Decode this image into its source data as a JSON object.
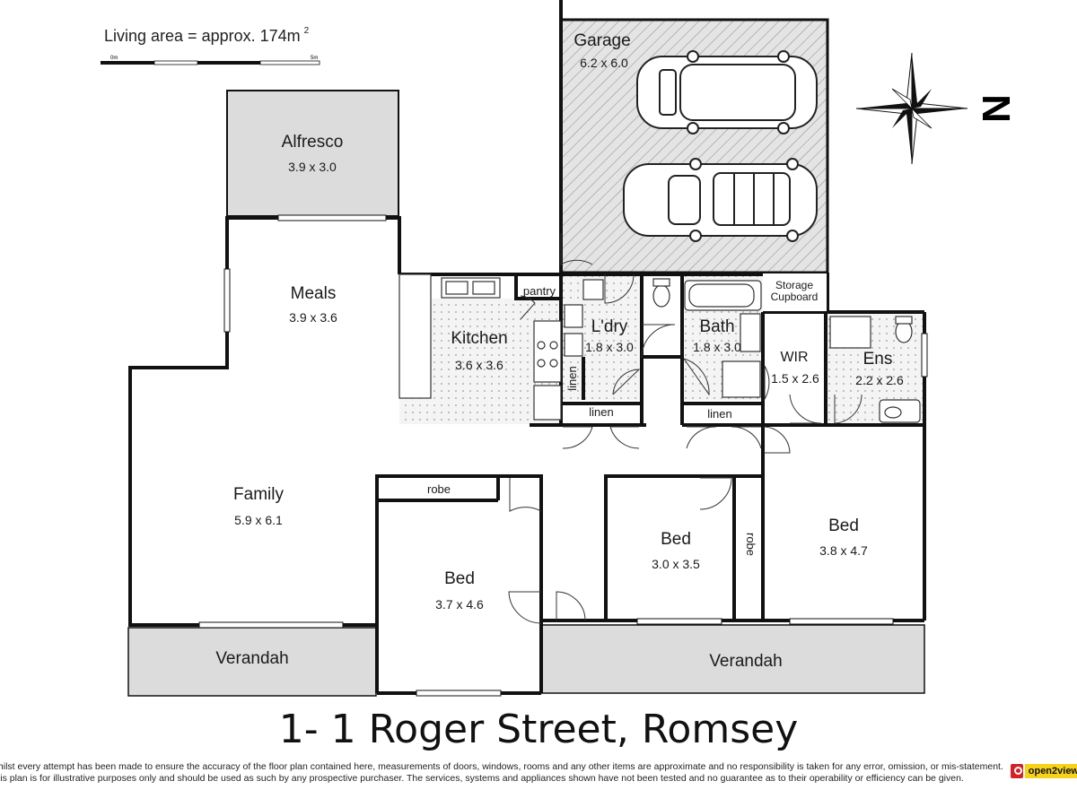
{
  "header": {
    "living_area": "Living area = approx. 174m",
    "living_area_sup": "2",
    "scale_start": "0m",
    "scale_end": "5m"
  },
  "address": "1- 1 Roger Street, Romsey",
  "compass": {
    "north_label": "N"
  },
  "rooms": {
    "alfresco": {
      "name": "Alfresco",
      "size": "3.9 x 3.0"
    },
    "garage": {
      "name": "Garage",
      "size": "6.2 x 6.0"
    },
    "meals": {
      "name": "Meals",
      "size": "3.9 x 3.6"
    },
    "kitchen": {
      "name": "Kitchen",
      "size": "3.6 x 3.6"
    },
    "pantry": {
      "name": "pantry"
    },
    "laundry": {
      "name": "L'dry",
      "size": "1.8 x 3.0"
    },
    "laundry_linen": {
      "name": "linen"
    },
    "laundry_linen2": {
      "name": "linen"
    },
    "bath": {
      "name": "Bath",
      "size": "1.8 x 3.0"
    },
    "bath_linen": {
      "name": "linen"
    },
    "storage": {
      "name": "Storage",
      "name2": "Cupboard"
    },
    "wir": {
      "name": "WIR",
      "size": "1.5 x 2.6"
    },
    "ens": {
      "name": "Ens",
      "size": "2.2 x 2.6"
    },
    "family": {
      "name": "Family",
      "size": "5.9 x 6.1"
    },
    "bed1": {
      "name": "Bed",
      "size": "3.7 x 4.6",
      "robe": "robe"
    },
    "bed2": {
      "name": "Bed",
      "size": "3.0 x 3.5",
      "robe": "robe"
    },
    "bed3": {
      "name": "Bed",
      "size": "3.8 x 4.7"
    },
    "verandah_left": {
      "name": "Verandah"
    },
    "verandah_right": {
      "name": "Verandah"
    }
  },
  "disclaimer": [
    "Whilst every attempt has been made to ensure the accuracy of the floor plan contained here, measurements of doors, windows, rooms and any other items are approximate and no responsibility is taken for any error, omission, or mis-statement.",
    "This plan is for illustrative purposes only and should be used as such by any prospective purchaser. The services, systems and appliances shown have not been tested and no guarantee as to their operability or efficiency can be given."
  ],
  "logo": {
    "text": "open2view"
  },
  "colors": {
    "wall": "#111111",
    "outdoor_fill": "#dcdcdc",
    "tile_fill": "#f2f2f2",
    "garage_hatch": "#9a9a9a",
    "logo_red": "#d62027",
    "logo_yellow": "#f6d21a"
  }
}
